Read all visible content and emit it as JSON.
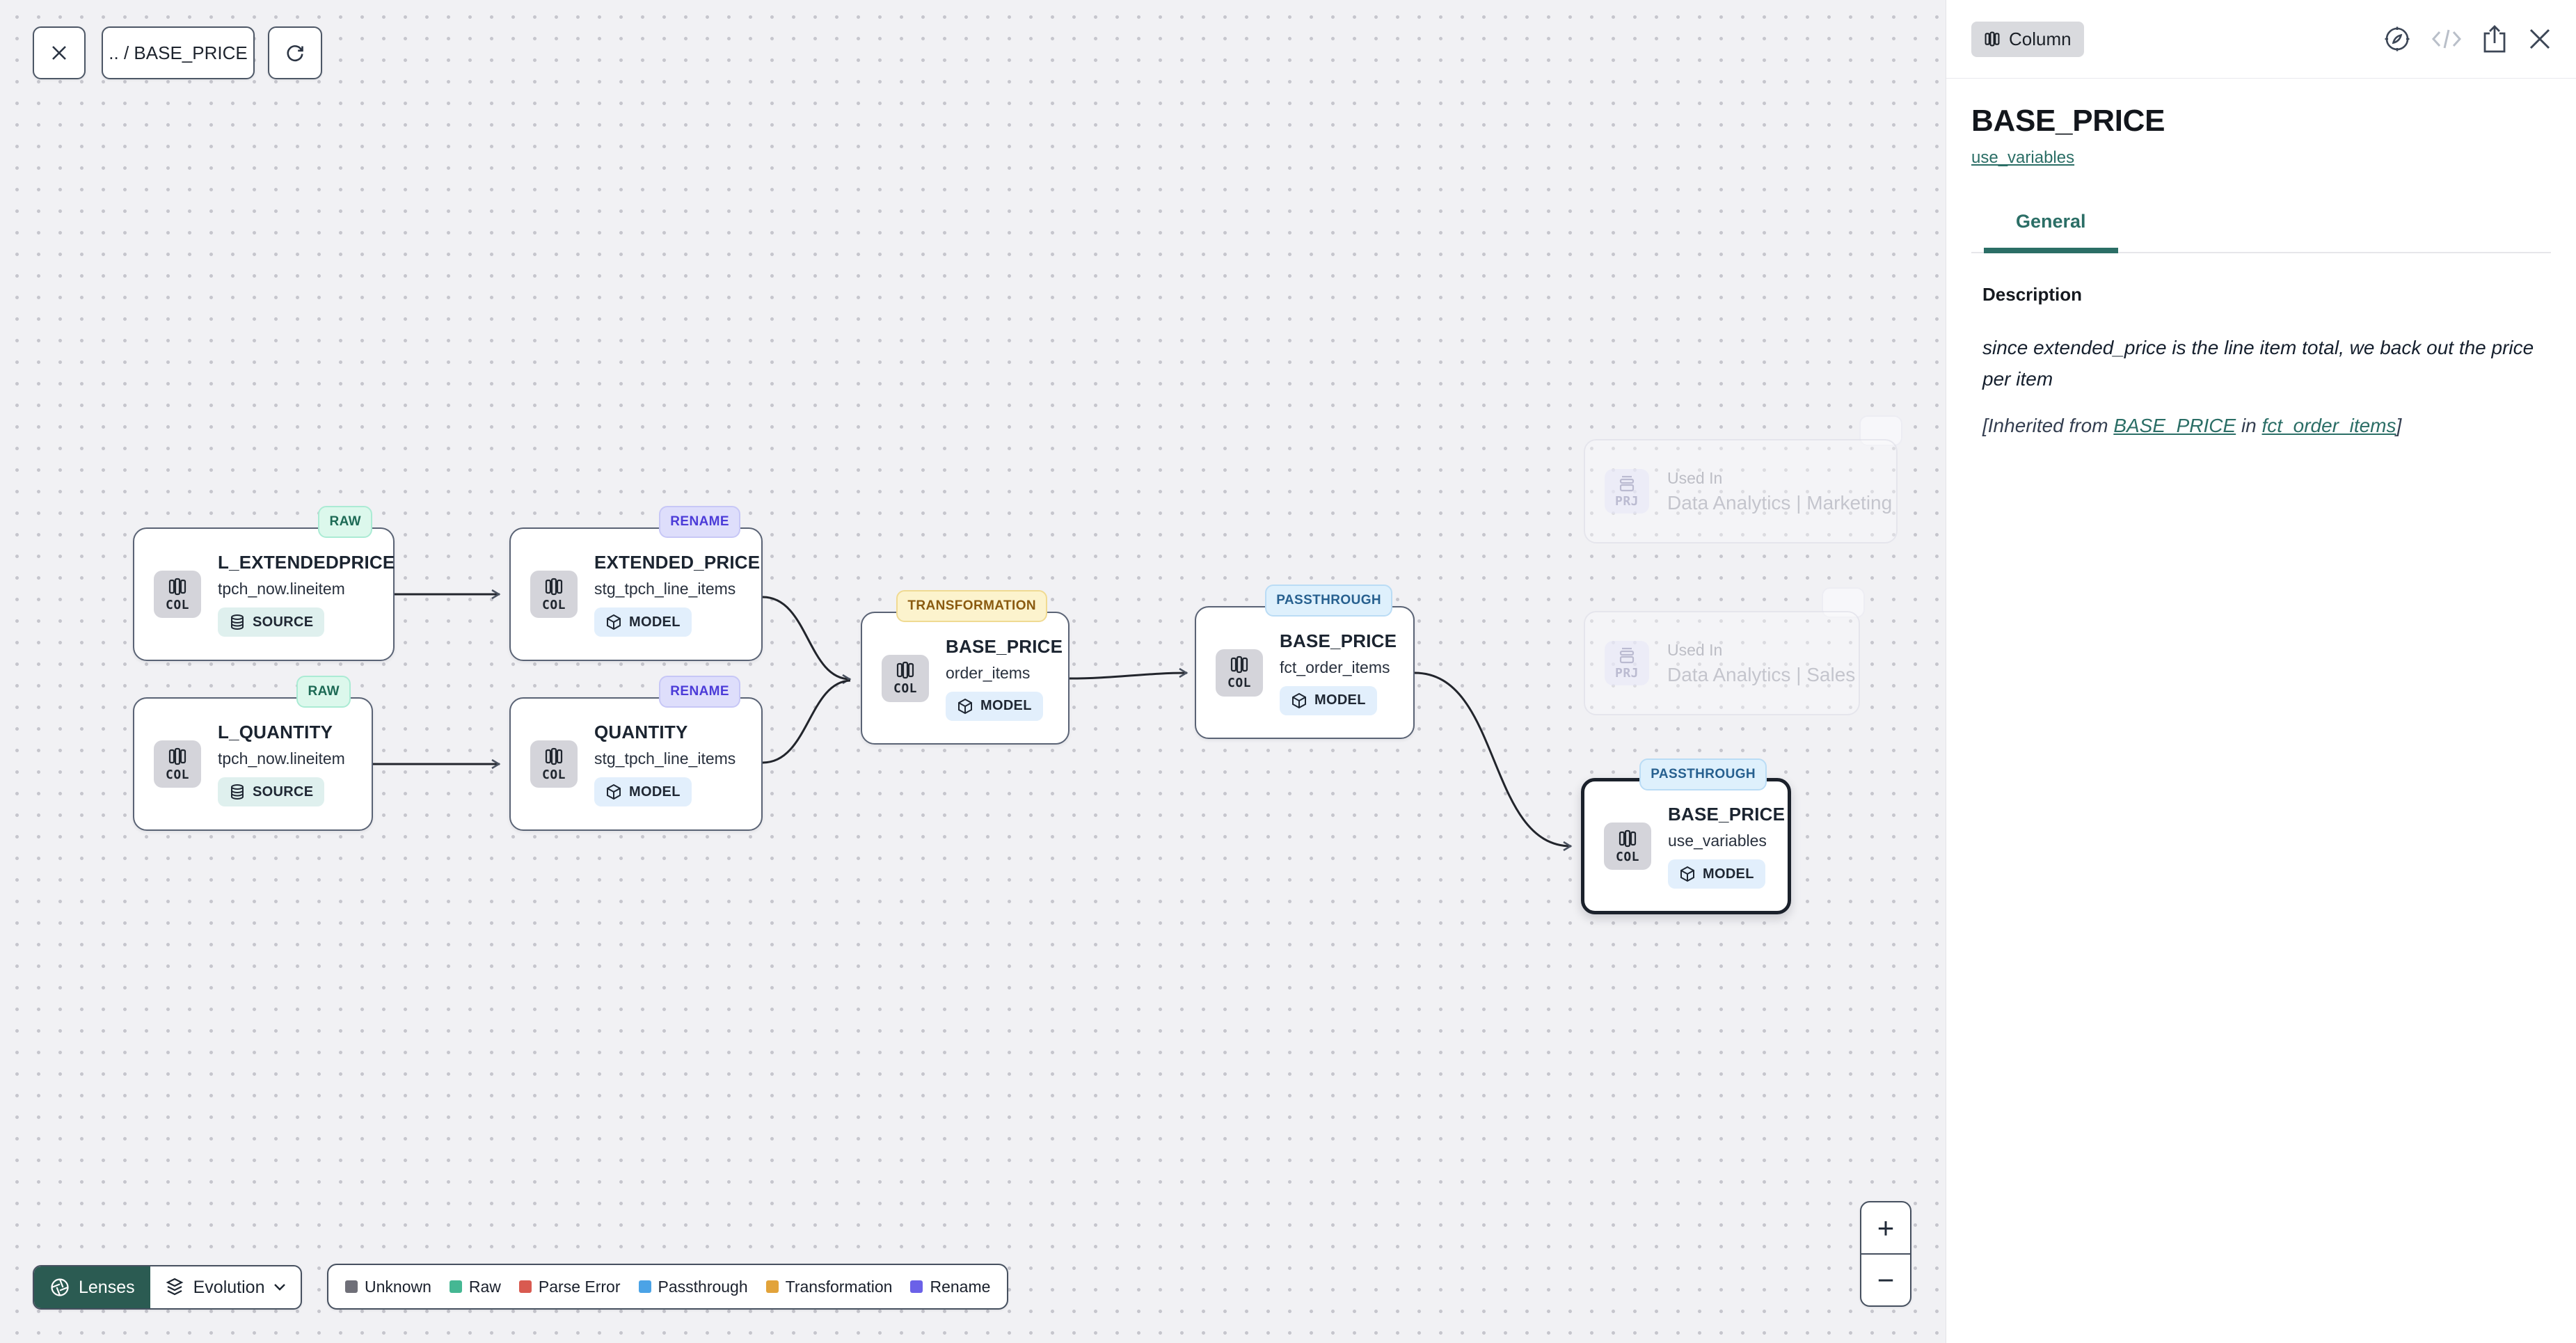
{
  "toolbar": {
    "breadcrumb": ".. / BASE_PRICE"
  },
  "canvas": {
    "nodes": [
      {
        "status": "RAW",
        "title": "L_EXTENDEDPRICE",
        "subtitle": "tpch_now.lineitem",
        "kind": "COL",
        "type": "SOURCE"
      },
      {
        "status": "RENAME",
        "title": "EXTENDED_PRICE",
        "subtitle": "stg_tpch_line_items",
        "kind": "COL",
        "type": "MODEL"
      },
      {
        "status": "RAW",
        "title": "L_QUANTITY",
        "subtitle": "tpch_now.lineitem",
        "kind": "COL",
        "type": "SOURCE"
      },
      {
        "status": "RENAME",
        "title": "QUANTITY",
        "subtitle": "stg_tpch_line_items",
        "kind": "COL",
        "type": "MODEL"
      },
      {
        "status": "TRANSFORMATION",
        "title": "BASE_PRICE",
        "subtitle": "order_items",
        "kind": "COL",
        "type": "MODEL"
      },
      {
        "status": "PASSTHROUGH",
        "title": "BASE_PRICE",
        "subtitle": "fct_order_items",
        "kind": "COL",
        "type": "MODEL"
      },
      {
        "status": "PASSTHROUGH",
        "title": "BASE_PRICE",
        "subtitle": "use_variables",
        "kind": "COL",
        "type": "MODEL"
      }
    ],
    "ghosts": [
      {
        "label": "Used In",
        "name": "Data Analytics | Marketing",
        "kind": "PRJ"
      },
      {
        "label": "Used In",
        "name": "Data Analytics | Sales",
        "kind": "PRJ"
      }
    ]
  },
  "footer": {
    "lenses_label": "Lenses",
    "lens_selected": "Evolution",
    "legend": [
      {
        "label": "Unknown",
        "color": "#6f6f78"
      },
      {
        "label": "Raw",
        "color": "#45b793"
      },
      {
        "label": "Parse Error",
        "color": "#d95a50"
      },
      {
        "label": "Passthrough",
        "color": "#4ba3e6"
      },
      {
        "label": "Transformation",
        "color": "#e2a33a"
      },
      {
        "label": "Rename",
        "color": "#6b61e8"
      }
    ],
    "zoom_in": "+",
    "zoom_out": "−"
  },
  "panel": {
    "type_badge": "Column",
    "title": "BASE_PRICE",
    "model_link": "use_variables",
    "tabs": [
      {
        "label": "General"
      }
    ],
    "section_heading": "Description",
    "description": "since extended_price is the line item total, we back out the price per item",
    "inherited": {
      "prefix": "[Inherited from ",
      "link_column": "BASE_PRICE",
      "infix": " in ",
      "link_model": "fct_order_items",
      "suffix": "]"
    }
  },
  "accents": {
    "teal": "#2b6e66",
    "lenses_bg": "#2b5b52",
    "selection_border": "#1b212b",
    "edge": "#22252c"
  }
}
